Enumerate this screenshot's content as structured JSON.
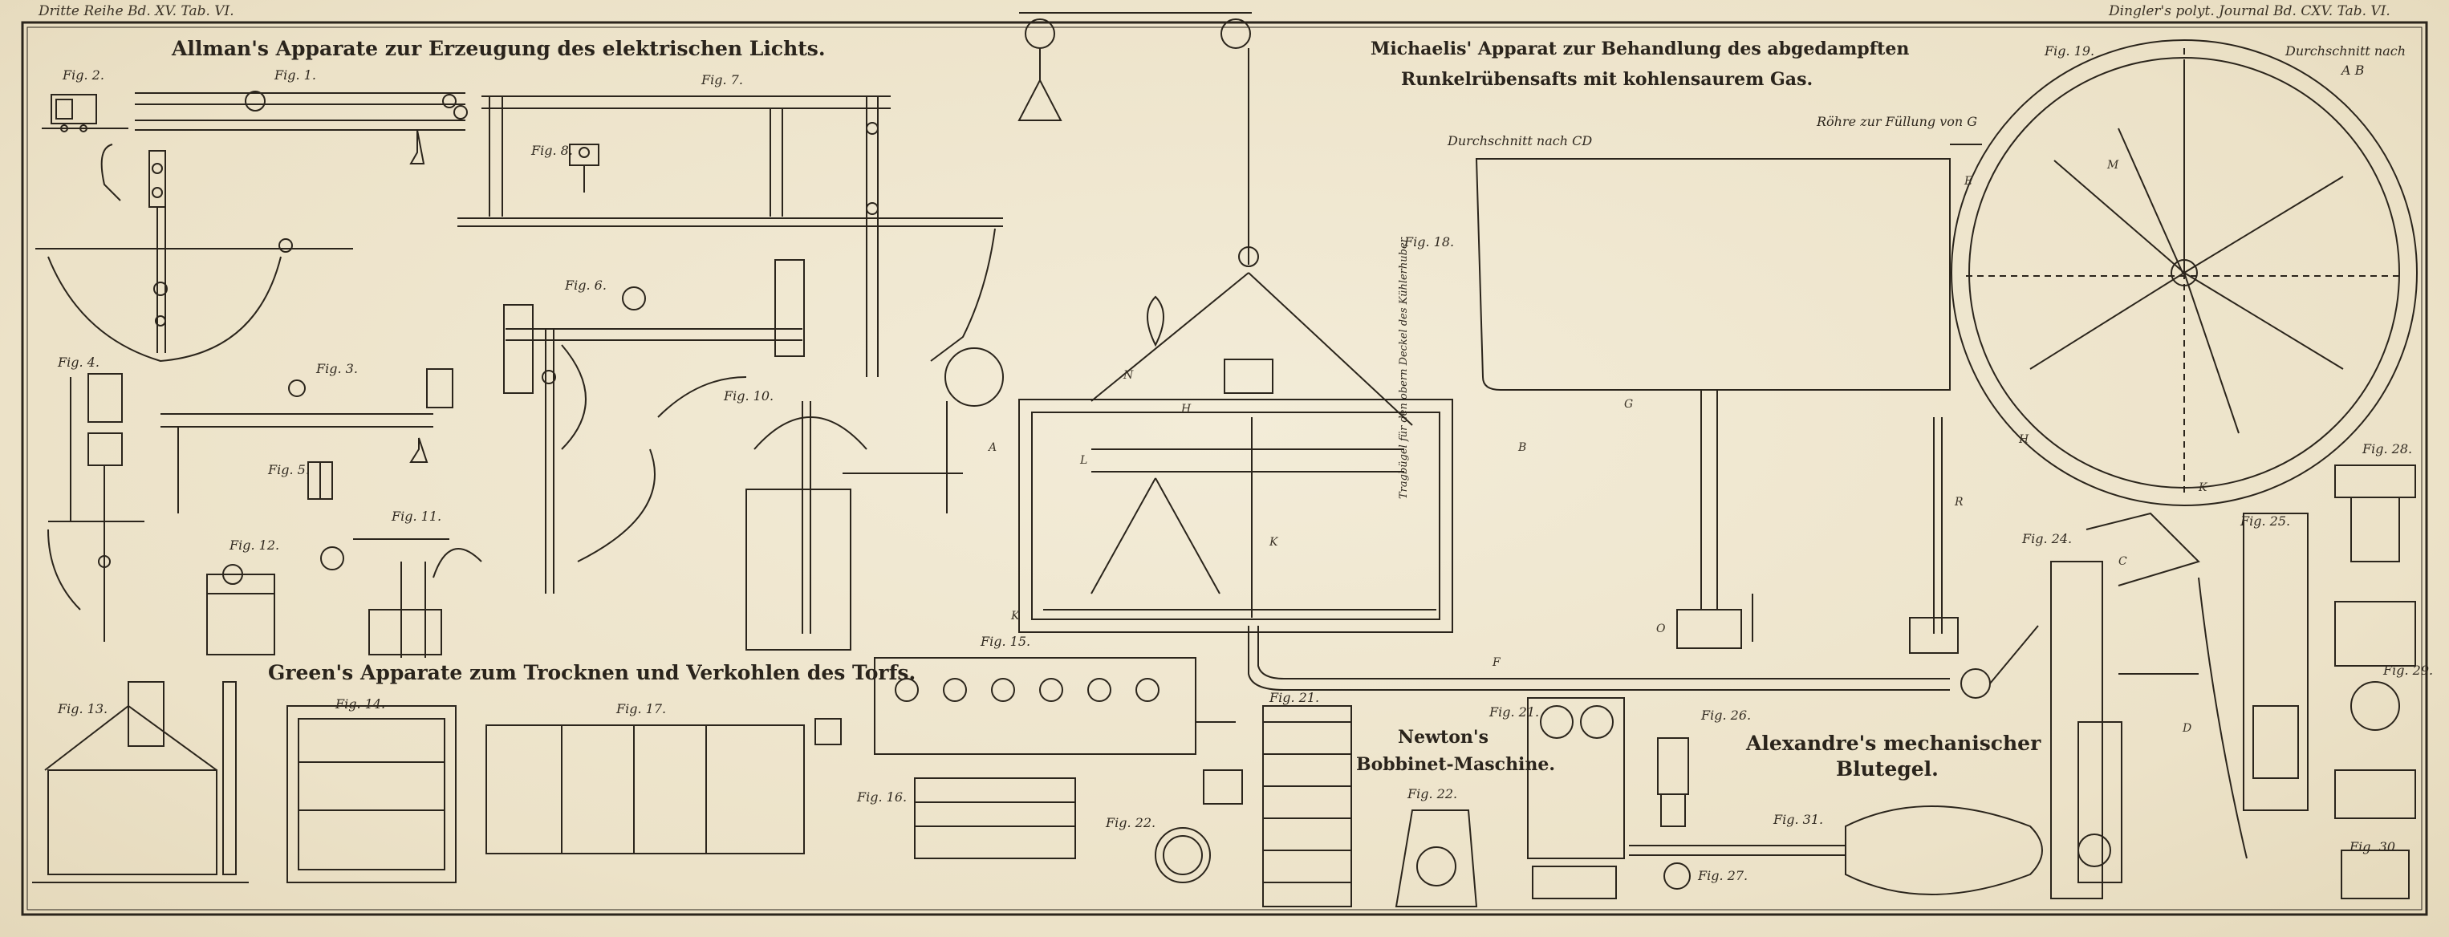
{
  "header": {
    "left": "Dritte Reihe Bd. XV. Tab. VI.",
    "right": "Dingler's polyt. Journal Bd. CXV. Tab. VI."
  },
  "titles": {
    "allman": "Allman's Apparate zur Erzeugung des elektrischen Lichts.",
    "michaelis_1": "Michaelis' Apparat zur Behandlung des abgedampften",
    "michaelis_2": "Runkelrübensafts mit kohlensaurem Gas.",
    "green": "Green's Apparate zum Trocknen und Verkohlen des Torfs.",
    "newton_1": "Newton's",
    "newton_2": "Bobbinet-Maschine.",
    "alexandre_1": "Alexandre's mechanischer",
    "alexandre_2": "Blutegel."
  },
  "notes": {
    "durchschnitt_cd": "Durchschnitt nach CD",
    "durchschnitt_ab_1": "Durchschnitt nach",
    "durchschnitt_ab_2": "A B",
    "roehre": "Röhre zur Füllung von G",
    "tragbuegel": "Tragbügel für den obern Deckel des Kühlerhuber"
  },
  "figures": {
    "fig1": "Fig. 1.",
    "fig2": "Fig. 2.",
    "fig3": "Fig. 3.",
    "fig4": "Fig. 4.",
    "fig5": "Fig. 5.",
    "fig6": "Fig. 6.",
    "fig7": "Fig. 7.",
    "fig8": "Fig. 8.",
    "fig10": "Fig. 10.",
    "fig11": "Fig. 11.",
    "fig12": "Fig. 12.",
    "fig13": "Fig. 13.",
    "fig14": "Fig. 14.",
    "fig15": "Fig. 15.",
    "fig16": "Fig. 16.",
    "fig17": "Fig. 17.",
    "fig18": "Fig. 18.",
    "fig19": "Fig. 19.",
    "fig21a": "Fig. 21.",
    "fig21b": "Fig. 21.",
    "fig22a": "Fig. 22.",
    "fig22b": "Fig. 22.",
    "fig24": "Fig. 24.",
    "fig25": "Fig. 25.",
    "fig26": "Fig. 26.",
    "fig27": "Fig. 27.",
    "fig28": "Fig. 28.",
    "fig29": "Fig. 29.",
    "fig30": "Fig. 30.",
    "fig31": "Fig. 31."
  },
  "letters": {
    "A": "A",
    "B": "B",
    "C": "C",
    "D": "D",
    "E": "E",
    "F": "F",
    "G": "G",
    "H": "H",
    "K": "K",
    "L": "L",
    "M": "M",
    "N": "N",
    "O": "O",
    "R": "R"
  },
  "colors": {
    "paper": "#efe6cf",
    "ink": "#2a241c"
  }
}
